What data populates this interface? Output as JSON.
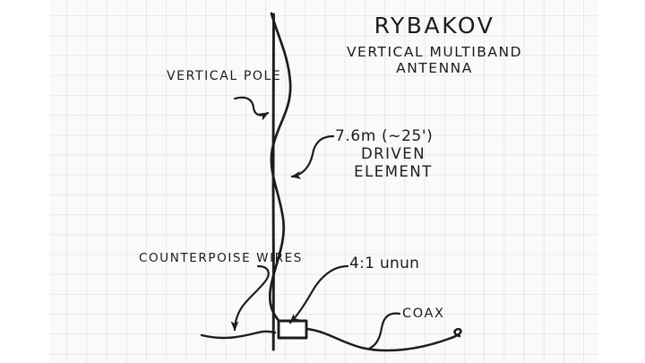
{
  "diagram": {
    "title": {
      "main": "RYBAKOV",
      "sub1": "VERTICAL MULTIBAND",
      "sub2": "ANTENNA"
    },
    "labels": {
      "vertical_pole": "VERTICAL POLE",
      "driven_length": "7.6m (~25')",
      "driven_l2": "DRIVEN",
      "driven_l3": "ELEMENT",
      "counterpoise": "COUNTERPOISE WIRES",
      "unun": "4:1 unun",
      "coax": "COAX"
    },
    "colors": {
      "ink": "#1c1c1c",
      "paper": "#fafafa",
      "grid_line": "#aaaaaf",
      "background": "#ffffff"
    }
  }
}
